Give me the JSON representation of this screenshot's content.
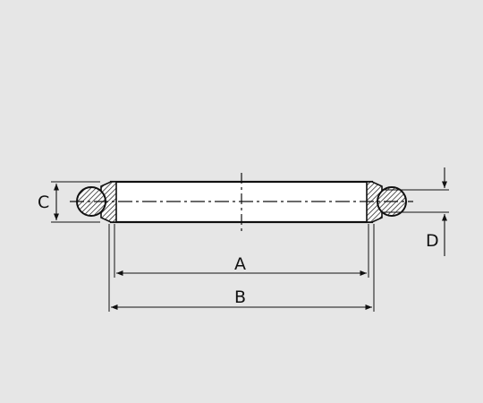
{
  "diagram": {
    "labels": {
      "A": "A",
      "B": "B",
      "C": "C",
      "D": "D"
    },
    "colors": {
      "background": "#e6e6e6",
      "stroke": "#111111",
      "body_fill": "#ffffff"
    }
  }
}
